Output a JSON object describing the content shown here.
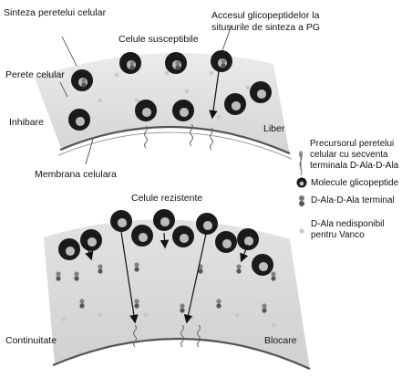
{
  "labels": {
    "sinteza": "Sinteza peretelui celular",
    "acces_line1": "Accesul glicopeptidelor la",
    "acces_line2": "situsurile de sinteza a PG",
    "celule_susceptibile": "Celule susceptibile",
    "perete_celular": "Perete celular",
    "inhibare": "Inhibare",
    "liber": "Liber",
    "membrana": "Membrana celulara",
    "celule_rezistente": "Celule rezistente",
    "continuitate": "Continuitate",
    "blocare": "Blocare"
  },
  "legend": {
    "precursor_line1": "Precursorul peretelui",
    "precursor_line2": "celular cu secventa",
    "precursor_line3": "terminala D-Ala-D-Ala",
    "molecule": "Molecule glicopeptide",
    "dala_terminal": "D-Ala-D-Ala terminal",
    "dala_ned_line1": "D-Ala nedisponibil",
    "dala_ned_line2": "pentru Vanco"
  },
  "colors": {
    "wall_top": "#d9d9d9",
    "wall_bottom": "#e6e6e6",
    "membrane": "#555555",
    "molecule": "#1a1a1a",
    "molecule_highlight": "#bdbdbd",
    "dala_dot": "#808080",
    "dala_light": "#c8c8c8"
  }
}
